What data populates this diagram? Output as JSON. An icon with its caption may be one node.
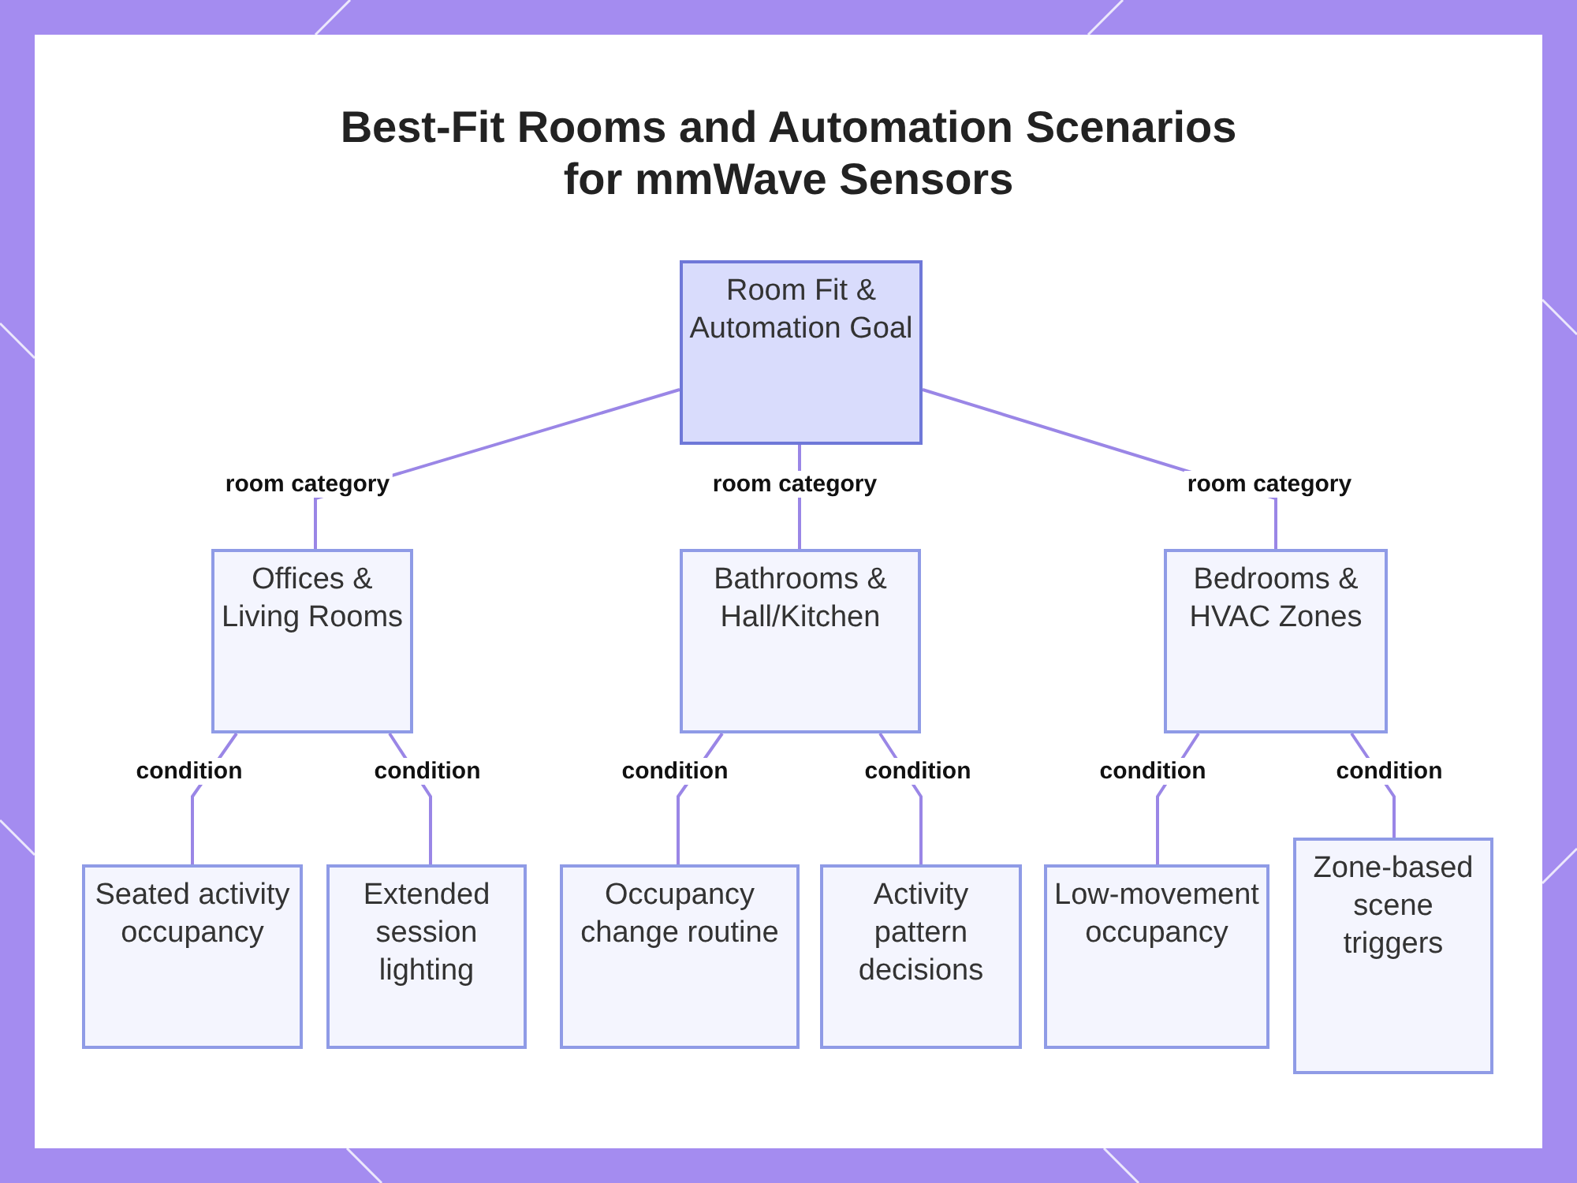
{
  "diagram": {
    "title": "Best-Fit Rooms and Automation Scenarios for mmWave Sensors",
    "nodes": [
      {
        "text": [
          "Room Fit & Automation Goal"
        ]
      },
      {
        "text": [
          "Offices & Living Rooms"
        ]
      },
      {
        "text": [
          "Bathrooms & Hall/Kitchen"
        ]
      },
      {
        "text": [
          "Bedrooms & HVAC Zones"
        ]
      },
      {
        "text": [
          "Seated activity occupancy"
        ]
      },
      {
        "text": [
          "Extended session lighting"
        ]
      },
      {
        "text": [
          "Occupancy change routine"
        ]
      },
      {
        "text": [
          "Activity pattern decisions"
        ]
      },
      {
        "text": [
          "Low-movement occupancy"
        ]
      },
      {
        "text": [
          "Zone-based scene triggers"
        ]
      }
    ],
    "edges": [
      {
        "from": 0,
        "to": 1,
        "arrow": "none",
        "label": "room category"
      },
      {
        "from": 0,
        "to": 2,
        "arrow": "none",
        "label": "room category"
      },
      {
        "from": 0,
        "to": 3,
        "arrow": "none",
        "label": "room category"
      },
      {
        "from": 1,
        "to": 4,
        "arrow": "none",
        "label": "condition"
      },
      {
        "from": 1,
        "to": 5,
        "arrow": "none",
        "label": "condition"
      },
      {
        "from": 2,
        "to": 6,
        "arrow": "none",
        "label": "condition"
      },
      {
        "from": 2,
        "to": 7,
        "arrow": "none",
        "label": "condition"
      },
      {
        "from": 3,
        "to": 8,
        "arrow": "none",
        "label": "condition"
      },
      {
        "from": 3,
        "to": 9,
        "arrow": "none",
        "label": "condition"
      }
    ]
  }
}
